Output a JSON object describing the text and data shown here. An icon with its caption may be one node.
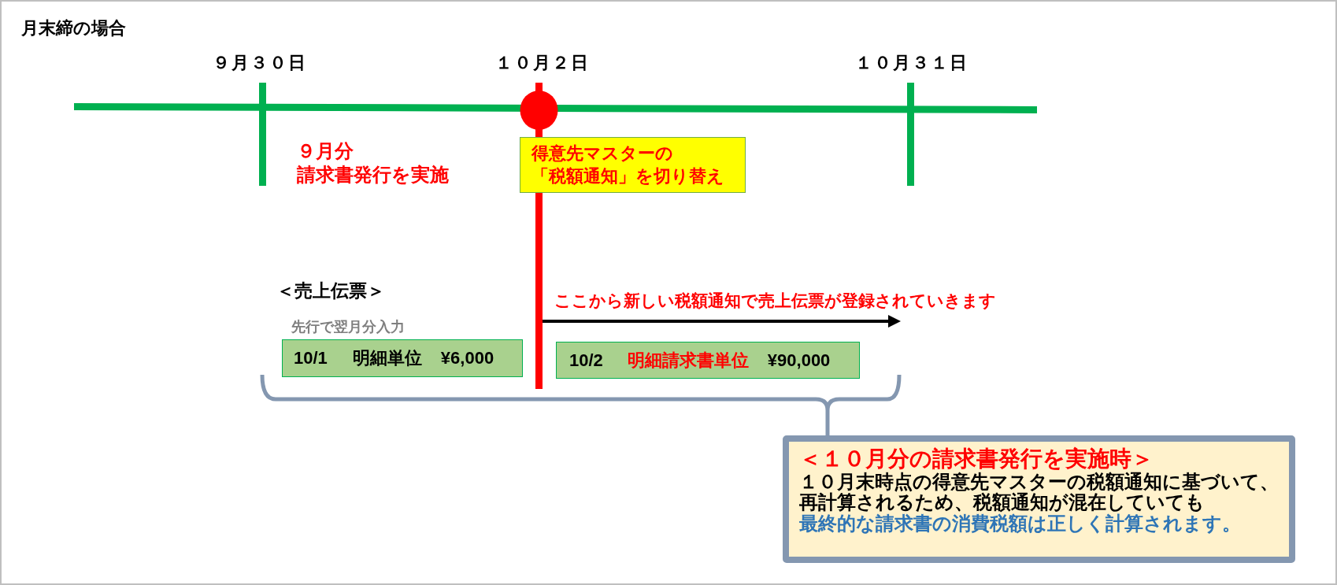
{
  "diagram": {
    "title": "月末締の場合",
    "nodes": [
      {
        "text": [
          "得意先マスターの「税額通知」を切り替え"
        ]
      },
      {
        "text": [
          "10/1",
          "明細単位",
          "¥6,000"
        ],
        "beside": [
          "先行で翌月分入力"
        ]
      },
      {
        "text": [
          "10/2",
          "明細請求書単位",
          "¥90,000"
        ]
      },
      {
        "text": [
          "＜１０月分の請求書発行を実施時＞",
          "１０月末時点の得意先マスターの税額通知に基づいて、再計算されるため、税額通知が混在していても",
          "最終的な請求書の消費税額は正しく計算されます。"
        ]
      }
    ],
    "labels": [
      "９月３０日",
      "１０月２日",
      "１０月３１日",
      "９月分請求書発行を実施",
      "＜売上伝票＞",
      "ここから新しい税額通知で売上伝票が登録されていきます"
    ]
  }
}
